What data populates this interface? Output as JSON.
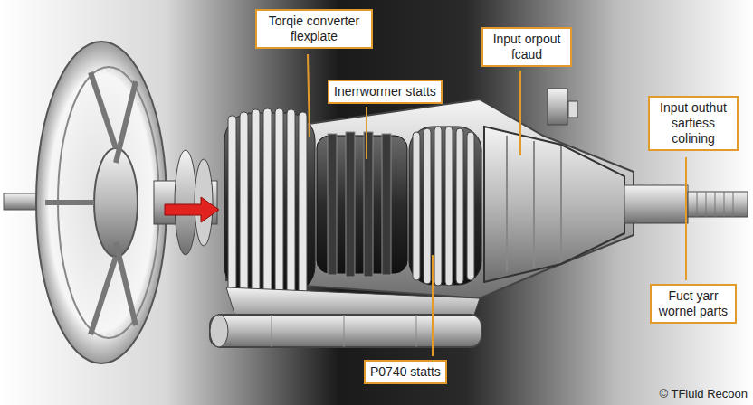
{
  "diagram": {
    "nodes": [
      {
        "text": [
          "Torqie converter flexplate"
        ]
      },
      {
        "text": [
          "Inerrwormer statts"
        ]
      },
      {
        "text": [
          "Input orpout fcaud"
        ]
      },
      {
        "text": [
          "Input outhut sarfiess colining"
        ]
      },
      {
        "text": [
          "Fuct yarr wornel parts"
        ]
      },
      {
        "text": [
          "P0740 statts"
        ]
      }
    ],
    "edges": [],
    "labels": [
      "© TFluid Recoon"
    ]
  }
}
